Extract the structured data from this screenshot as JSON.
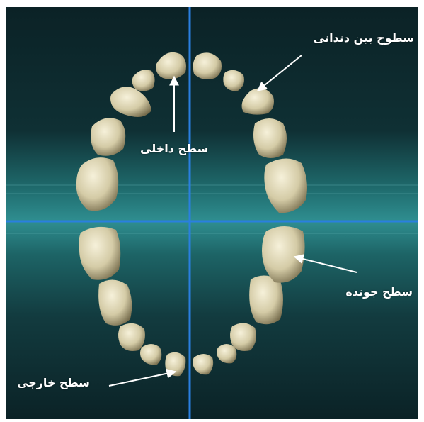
{
  "labels": {
    "interproximal": "سطوح بین دندانی",
    "lingual": "سطح داخلی",
    "occlusal": "سطح جونده",
    "buccal": "سطح خارجی"
  },
  "colors": {
    "background_dark": "#0b2328",
    "background_band": "#2f8e90",
    "crosshair": "#2a7fe0",
    "tooth_light": "#efe9cf",
    "tooth_mid": "#c9c09a",
    "tooth_dark": "#7d7352",
    "arrow": "#ffffff"
  }
}
